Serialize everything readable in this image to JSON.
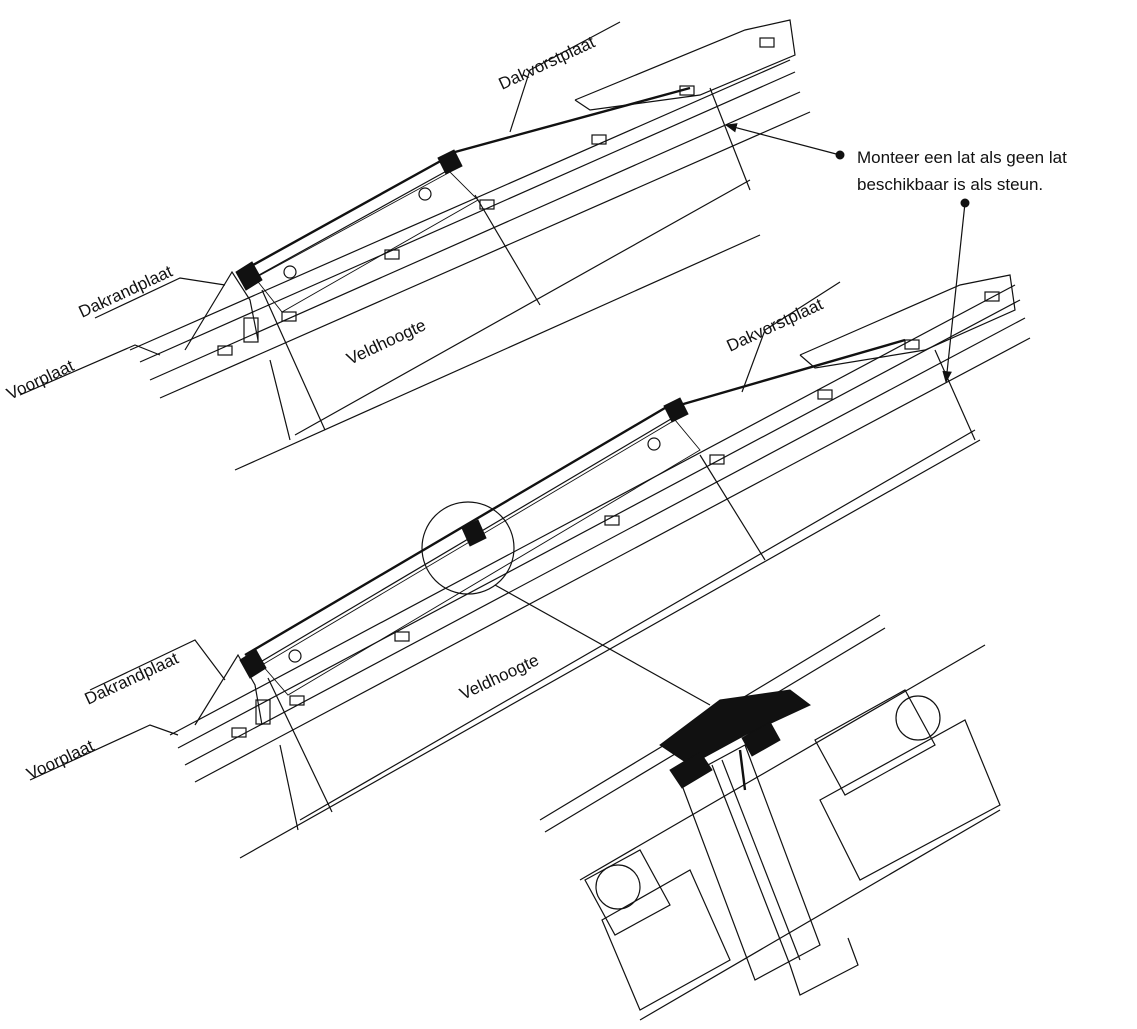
{
  "labels": {
    "top_ridge": "Dakvorstplaat",
    "top_edge": "Dakrandplaat",
    "top_front": "Voorplaat",
    "top_height": "Veldhoogte",
    "mid_ridge": "Dakvorstplaat",
    "mid_edge": "Dakrandplaat",
    "mid_front": "Voorplaat",
    "mid_height": "Veldhoogte"
  },
  "note": {
    "line1": "Monteer een lat als geen lat",
    "line2": "beschikbaar is als steun."
  },
  "colors": {
    "ink": "#111111",
    "background": "#ffffff"
  }
}
